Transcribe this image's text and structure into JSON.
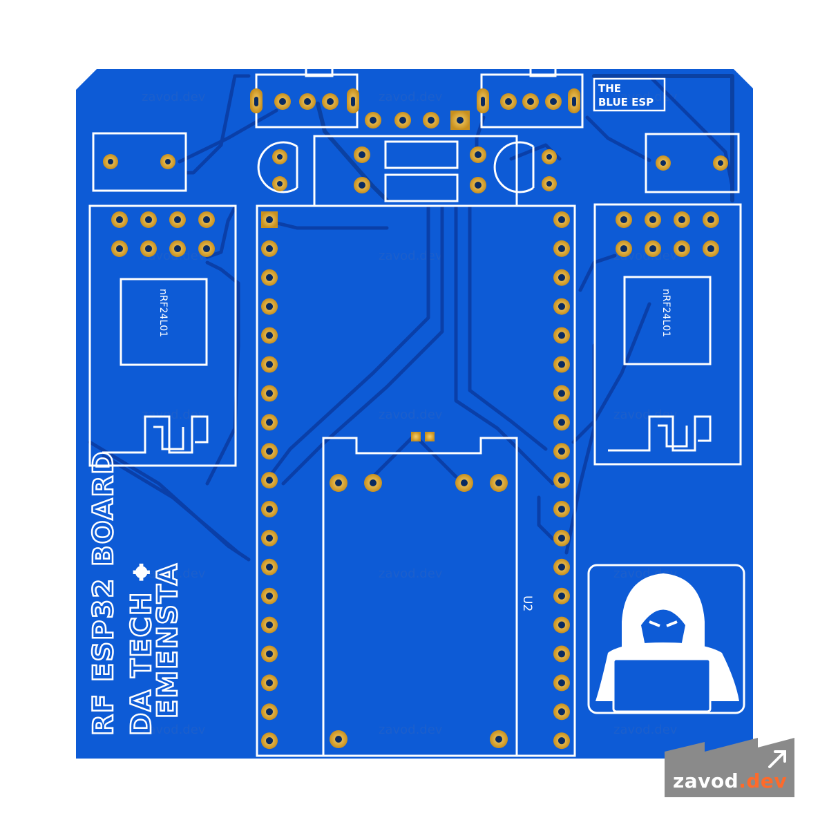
{
  "board": {
    "title_line1": "RF ESP32 BOARD",
    "title_line2": "DA TECH ⌖",
    "title_line3": "EMENSTA",
    "badge_line1": "THE",
    "badge_line2": "BLUE ESP",
    "module_left_label": "nRF24L01",
    "module_right_label": "nRF24L01",
    "esp_label": "U2",
    "colors": {
      "pcb": "#0d5bd6",
      "trace": "#0a3fa8",
      "silk": "#ffffff",
      "pad": "#e8b84a"
    }
  },
  "watermarks": [
    "zavod.dev",
    "zavod.dev",
    "zavod.dev",
    "zavod.dev",
    "zavod.dev",
    "zavod.dev",
    "zavod.dev",
    "zavod.dev",
    "zavod.dev",
    "zavod.dev",
    "zavod.dev",
    "zavod.dev",
    "zavod.dev",
    "zavod.dev",
    "zavod.dev"
  ],
  "logo": {
    "name": "zavod",
    "suffix": ".dev",
    "icon": "arrow-up-right-icon"
  }
}
